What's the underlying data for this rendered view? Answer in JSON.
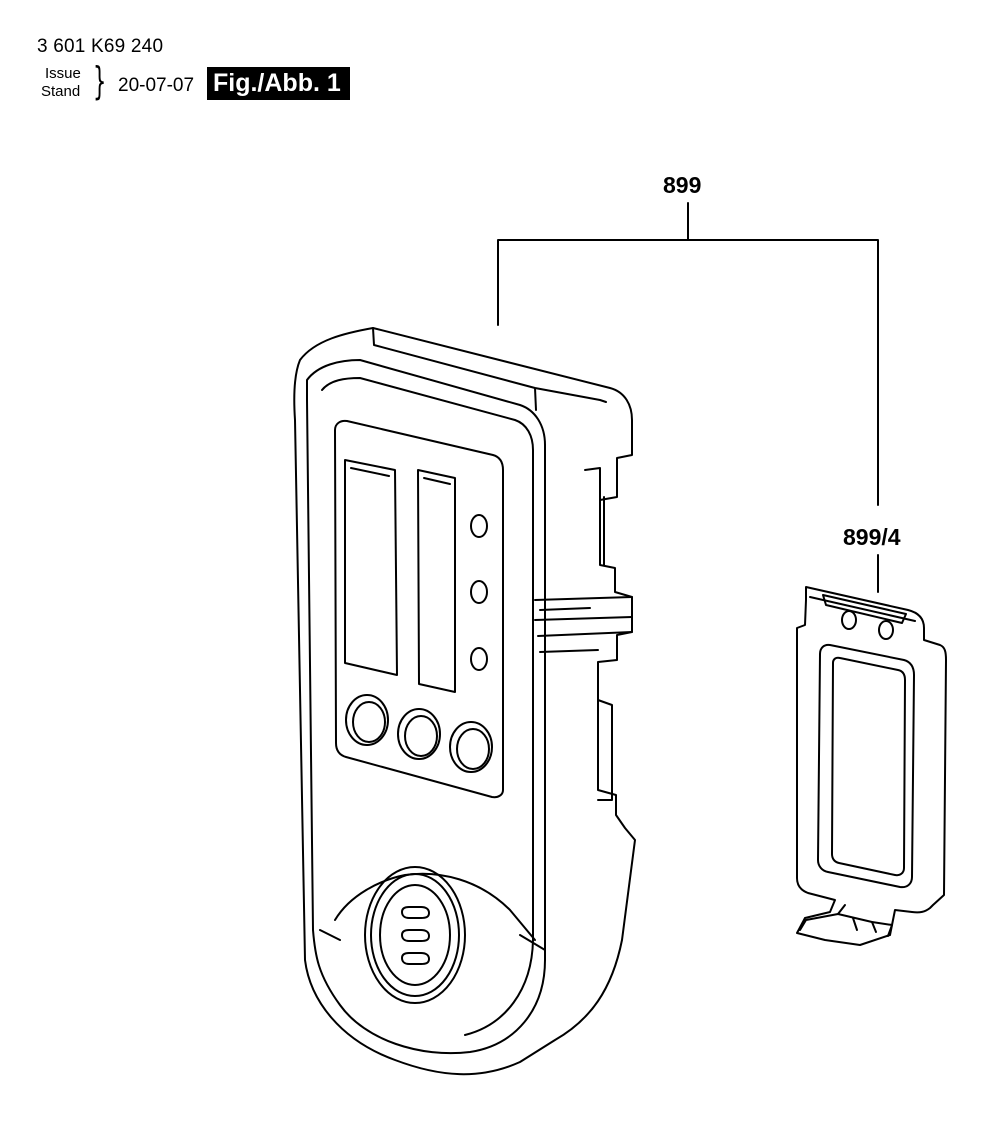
{
  "header": {
    "part_number": "3 601 K69 240",
    "issue_label": "Issue",
    "stand_label": "Stand",
    "date": "20-07-07",
    "figure_label": "Fig./Abb. 1"
  },
  "callouts": {
    "assembly": "899",
    "cover": "899/4"
  }
}
